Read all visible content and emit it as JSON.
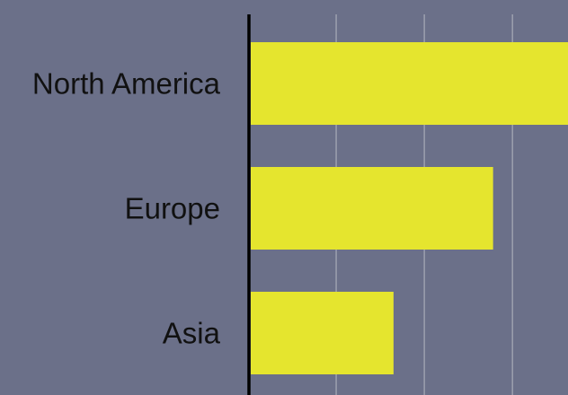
{
  "colors": {
    "background": "#6b7089",
    "bar": "#e5e52e",
    "grid": "#a9acb8",
    "axis": "#000000",
    "label": "#111111"
  },
  "chart_data": {
    "type": "bar",
    "orientation": "horizontal",
    "categories": [
      "North America",
      "Europe",
      "Asia"
    ],
    "values": [
      36,
      27.5,
      16.2
    ],
    "xlim": [
      0,
      36
    ],
    "grid_x": [
      10,
      20,
      30
    ],
    "grid": true,
    "title": "",
    "xlabel": "",
    "ylabel": ""
  }
}
